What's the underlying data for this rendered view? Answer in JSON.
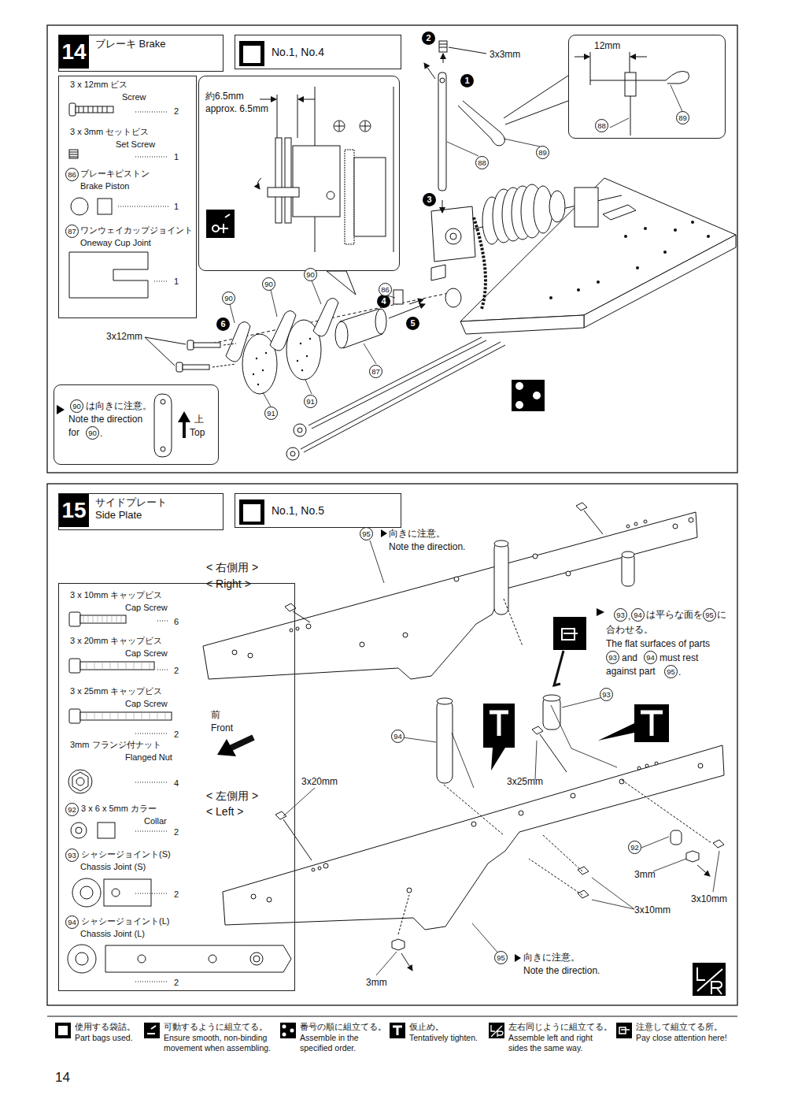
{
  "diagram": {
    "nodes": [
      {
        "text": [
          "14",
          "ブレーキ Brake"
        ]
      },
      {
        "text": [
          "No.1, No.4"
        ]
      },
      {
        "text": [
          "3 x 12mm ビス",
          "Screw",
          "2",
          "3 x 3mm セットビス",
          "Set Screw",
          "1",
          "86",
          "ブレーキピストン",
          "Brake Piston",
          "1",
          "87",
          "ワンウェイカップジョイント",
          "Oneway Cup Joint",
          "1"
        ]
      },
      {
        "text": [
          "約6.5mm",
          "approx. 6.5mm"
        ]
      },
      {
        "text": [
          "12mm",
          "88",
          "89"
        ]
      },
      {
        "text": [
          "90",
          "は向きに注意。",
          "Note the direction",
          "for",
          "90",
          ".",
          "上",
          "Top"
        ]
      },
      {
        "text": [
          "15",
          "サイドプレート Side Plate"
        ]
      },
      {
        "text": [
          "No.1, No.5"
        ]
      },
      {
        "text": [
          "3 x 10mm キャップビス",
          "Cap Screw",
          "6",
          "3 x 20mm キャップビス",
          "Cap Screw",
          "2",
          "3 x 25mm キャップビス",
          "Cap Screw",
          "2",
          "3mm フランジ付ナット",
          "Flanged Nut",
          "4",
          "92",
          "3 x 6 x 5mm カラー",
          "Collar",
          "2",
          "93",
          "シャシージョイント(S)",
          "Chassis Joint (S)",
          "2",
          "94",
          "シャシージョイント(L)",
          "Chassis Joint (L)",
          "2"
        ]
      }
    ],
    "labels": [
      "3x3mm",
      "1",
      "2",
      "3",
      "4",
      "5",
      "6",
      "88",
      "89",
      "86",
      "87",
      "90",
      "90",
      "90",
      "91",
      "91",
      "3x12mm",
      "95",
      "向きに注意。",
      "Note the direction.",
      "< 右側用 >",
      "< Right >",
      "93",
      ",",
      "94",
      "は平らな面を",
      "95",
      "に",
      "合わせる。",
      "The flat surfaces of parts",
      "93",
      "and",
      "94",
      "must rest",
      "against part",
      "95",
      ".",
      "前",
      "Front",
      "< 左側用 >",
      "< Left >",
      "93",
      "94",
      "3x25mm",
      "3x20mm",
      "92",
      "3mm",
      "3x10mm",
      "3x10mm",
      "3mm",
      "95",
      "向きに注意。",
      "Note the direction.",
      "14"
    ],
    "legend": [
      {
        "text": "使用する袋詰。 Part bags used."
      },
      {
        "text": "可動するように組立てる。 Ensure smooth, non-binding movement when assembling."
      },
      {
        "text": "番号の順に組立てる。 Assemble in the specified order."
      },
      {
        "text": "仮止め。 Tentatively tighten."
      },
      {
        "text": "左右同じように組立てる。 Assemble left and right sides the same way."
      },
      {
        "text": "注意して組立てる所。 Pay close attention here!"
      }
    ]
  }
}
